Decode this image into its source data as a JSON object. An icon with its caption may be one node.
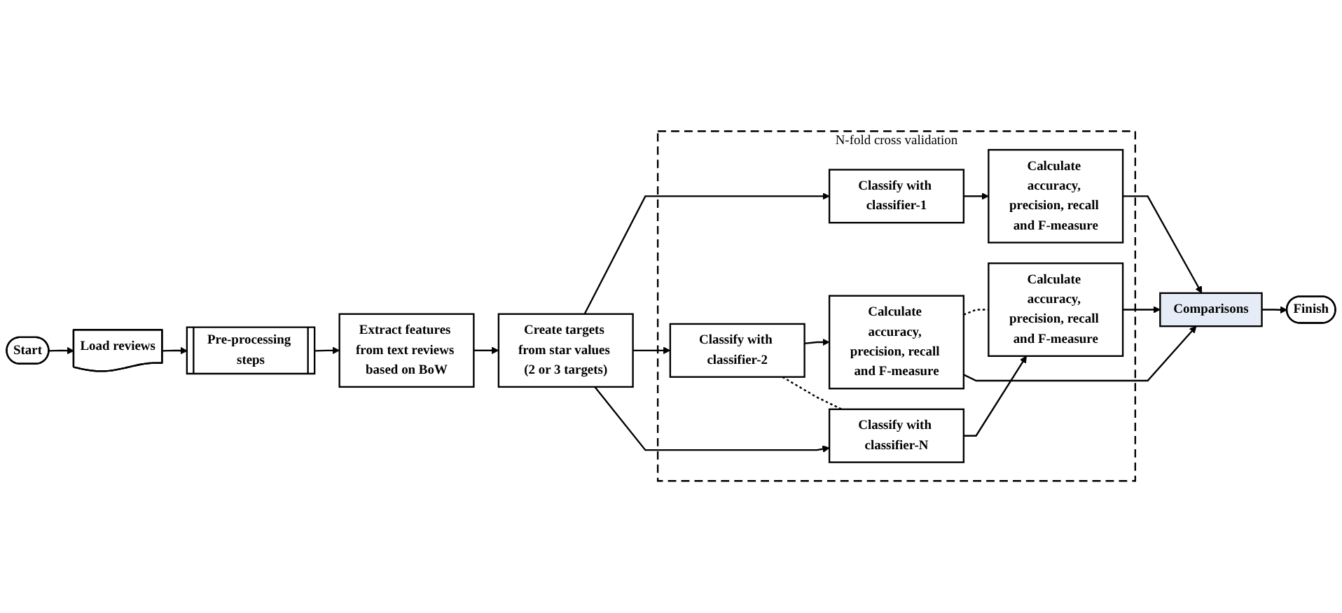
{
  "diagram": {
    "nodes": [
      {
        "text": [
          "Start"
        ]
      },
      {
        "text": [
          "Load reviews"
        ]
      },
      {
        "text": [
          "Pre-processing steps"
        ]
      },
      {
        "text": [
          "Extract features from text reviews based on BoW"
        ]
      },
      {
        "text": [
          "Create targets from star values (2 or 3 targets)"
        ]
      },
      {
        "text": [
          "N-fold cross validation"
        ]
      },
      {
        "text": [
          "Classify with classifier-1"
        ],
        "in": 5
      },
      {
        "text": [
          "Calculate accuracy, precision, recall and F-measure"
        ],
        "in": 5
      },
      {
        "text": [
          "Classify with classifier-2"
        ],
        "in": 5
      },
      {
        "text": [
          "Calculate accuracy, precision, recall and F-measure"
        ],
        "in": 5
      },
      {
        "text": [
          "Classify with classifier-N"
        ],
        "in": 5
      },
      {
        "text": [
          "Calculate accuracy, precision, recall and F-measure"
        ],
        "in": 5
      },
      {
        "text": [
          "Comparisons"
        ]
      },
      {
        "text": [
          "Finish"
        ]
      }
    ],
    "edges": [
      {
        "from": 0,
        "to": 1,
        "arrow": "to"
      },
      {
        "from": 1,
        "to": 2,
        "arrow": "to"
      },
      {
        "from": 2,
        "to": 3,
        "arrow": "to"
      },
      {
        "from": 3,
        "to": 4,
        "arrow": "to"
      },
      {
        "from": 4,
        "to": 6,
        "arrow": "to"
      },
      {
        "from": 4,
        "to": 8,
        "arrow": "to"
      },
      {
        "from": 4,
        "to": 10,
        "arrow": "to"
      },
      {
        "from": 6,
        "to": 7,
        "arrow": "to"
      },
      {
        "from": 8,
        "to": 9,
        "arrow": "to"
      },
      {
        "from": 10,
        "to": 11,
        "arrow": "to"
      },
      {
        "from": 8,
        "to": 10,
        "arrow": "none",
        "style": "dashed"
      },
      {
        "from": 9,
        "to": 11,
        "arrow": "none",
        "style": "dashed"
      },
      {
        "from": 7,
        "to": 12,
        "arrow": "to"
      },
      {
        "from": 9,
        "to": 12,
        "arrow": "to"
      },
      {
        "from": 11,
        "to": 12,
        "arrow": "to"
      },
      {
        "from": 12,
        "to": 13,
        "arrow": "to"
      }
    ]
  }
}
